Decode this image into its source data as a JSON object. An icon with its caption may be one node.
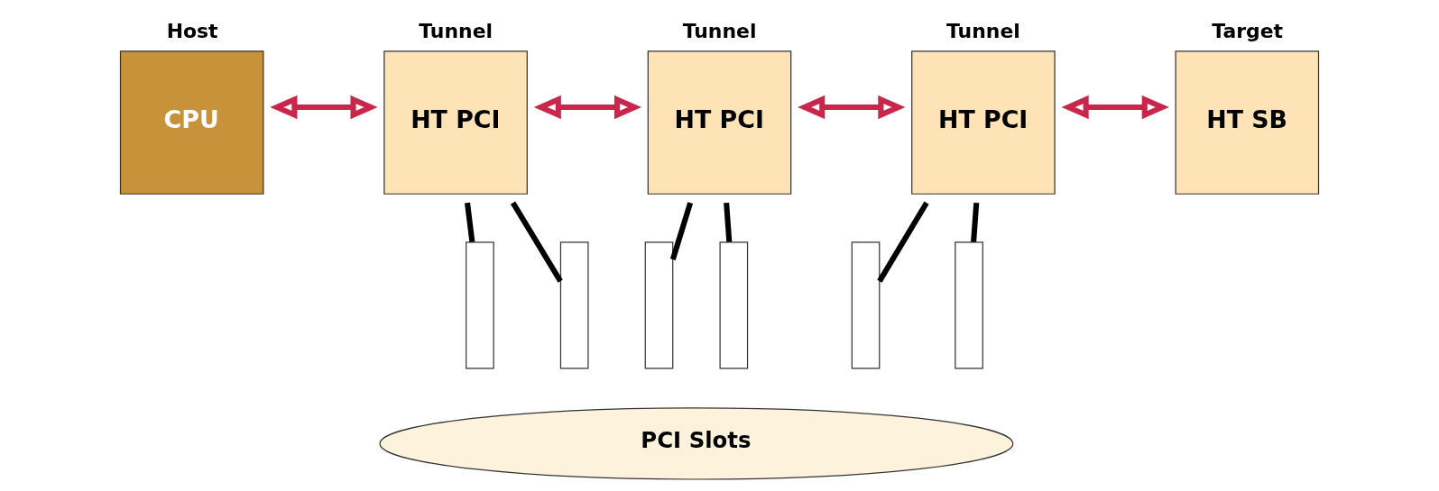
{
  "diagram": {
    "nodes": [
      {
        "text": [
          "Host",
          "CPU"
        ]
      },
      {
        "text": [
          "Tunnel",
          "HT PCI"
        ]
      },
      {
        "text": [
          "Tunnel",
          "HT PCI"
        ]
      },
      {
        "text": [
          "Tunnel",
          "HT PCI"
        ]
      },
      {
        "text": [
          "Target",
          "HT SB"
        ]
      },
      {
        "text": [],
        "shape": "bar"
      },
      {
        "text": [],
        "shape": "bar"
      },
      {
        "text": [],
        "shape": "bar"
      },
      {
        "text": [],
        "shape": "bar"
      },
      {
        "text": [],
        "shape": "bar"
      },
      {
        "text": [],
        "shape": "bar"
      },
      {
        "text": [
          "PCI Slots"
        ]
      }
    ],
    "edges": [
      {
        "from": 0,
        "to": 1,
        "arrow": "both",
        "color": "#c8264a"
      },
      {
        "from": 1,
        "to": 2,
        "arrow": "both",
        "color": "#c8264a"
      },
      {
        "from": 2,
        "to": 3,
        "arrow": "both",
        "color": "#c8264a"
      },
      {
        "from": 3,
        "to": 4,
        "arrow": "both",
        "color": "#c8264a"
      },
      {
        "from": 1,
        "to": 5,
        "arrow": "none"
      },
      {
        "from": 1,
        "to": 6,
        "arrow": "none"
      },
      {
        "from": 2,
        "to": 7,
        "arrow": "none"
      },
      {
        "from": 2,
        "to": 8,
        "arrow": "none"
      },
      {
        "from": 3,
        "to": 9,
        "arrow": "none"
      },
      {
        "from": 3,
        "to": 10,
        "arrow": "none"
      }
    ]
  }
}
